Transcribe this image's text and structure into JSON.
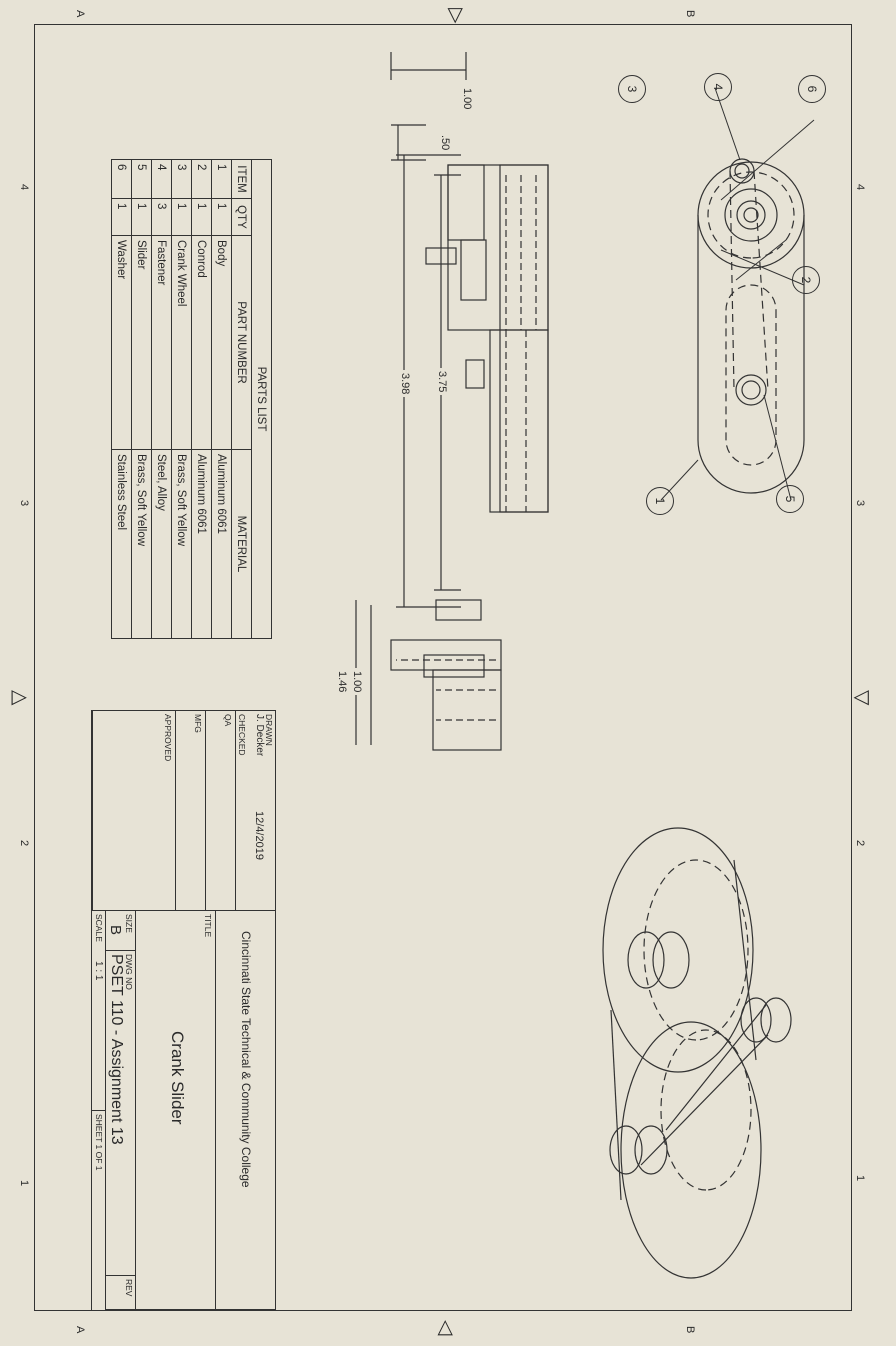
{
  "border": {
    "top_numbers": [
      "4",
      "3",
      "2",
      "1"
    ],
    "side_letters": [
      "B",
      "A"
    ]
  },
  "balloons": [
    "4",
    "6",
    "3",
    "2",
    "5",
    "1"
  ],
  "dimensions": {
    "front_height": "1.00",
    "front_slot": ".50",
    "front_len_inner": "3.75",
    "front_len_outer": "3.98",
    "side_inner": "1.00",
    "side_outer": "1.46"
  },
  "parts_list": {
    "title": "PARTS LIST",
    "headers": [
      "ITEM",
      "QTY",
      "PART NUMBER",
      "MATERIAL"
    ],
    "rows": [
      [
        "1",
        "1",
        "Body",
        "Aluminum 6061"
      ],
      [
        "2",
        "1",
        "Conrod",
        "Aluminum 6061"
      ],
      [
        "3",
        "1",
        "Crank Wheel",
        "Brass, Soft Yellow"
      ],
      [
        "4",
        "3",
        "Fastener",
        "Steel, Alloy"
      ],
      [
        "5",
        "1",
        "Slider",
        "Brass, Soft Yellow"
      ],
      [
        "6",
        "1",
        "Washer",
        "Stainless Steel"
      ]
    ]
  },
  "title_block": {
    "drawn_label": "DRAWN",
    "drawn_by": "J. Decker",
    "drawn_date": "12/4/2019",
    "checked_label": "CHECKED",
    "qa_label": "QA",
    "mfg_label": "MFG",
    "approved_label": "APPROVED",
    "school": "Cincinnati State Technical & Community College",
    "title_label": "TITLE",
    "title": "Crank Slider",
    "size_label": "SIZE",
    "size": "B",
    "dwg_no_label": "DWG NO",
    "dwg_no": "PSET 110 - Assignment 13",
    "rev_label": "REV",
    "scale_label": "SCALE",
    "scale": "1 : 1",
    "sheet": "SHEET 1  OF 1"
  }
}
